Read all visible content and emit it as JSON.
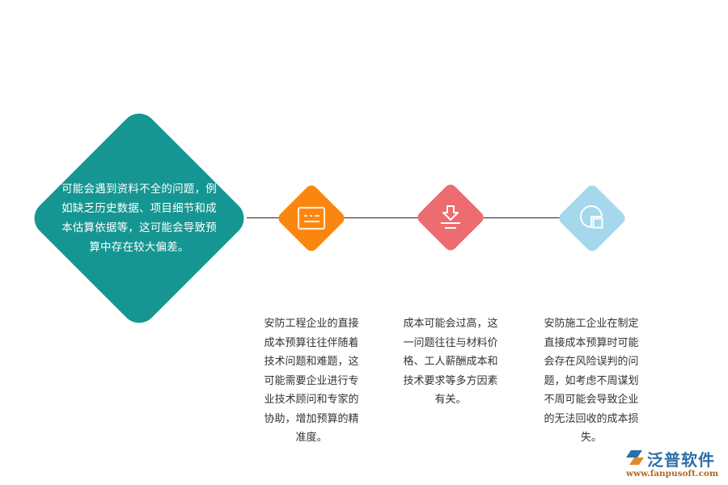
{
  "colors": {
    "main": "#159692",
    "step1": "#fb860f",
    "step2": "#ec6c70",
    "step3": "#a5d8ed",
    "connector": "#222222",
    "text_dark": "#333333",
    "logo_blue": "#2d6fa8",
    "logo_orange": "#b06a1c"
  },
  "main_node": {
    "text": "可能会遇到资料不全的问题，例如缺乏历史数据、项目细节和成本估算依据等，这可能会导致预算中存在较大偏差。",
    "lines": [
      "可能会遇到资料不全的问题，例",
      "如缺乏历史数据、项目细节和成",
      "本估算依据等，这可能会导致预",
      "算中存在较大偏差。"
    ]
  },
  "steps": [
    {
      "icon": "document-lines-icon",
      "color": "#fb860f",
      "lines": [
        "安防工程企业的直接",
        "成本预算往往伴随着",
        "技术问题和难题，这",
        "可能需要企业进行专",
        "业技术顾问和专家的",
        "协助，增加预算的精",
        "准度。"
      ]
    },
    {
      "icon": "download-icon",
      "color": "#ec6c70",
      "lines": [
        "成本可能会过高，这",
        "一问题往往与材料价",
        "格、工人薪酬成本和",
        "技术要求等多方因素",
        "有关。"
      ]
    },
    {
      "icon": "pie-square-icon",
      "color": "#a5d8ed",
      "lines": [
        "安防施工企业在制定",
        "直接成本预算时可能",
        "会存在风险误判的问",
        "题，如考虑不周谋划",
        "不周可能会导致企业",
        "的无法回收的成本损",
        "失。"
      ]
    }
  ],
  "logo": {
    "name": "泛普软件",
    "url": "www.fanpusoft.com"
  }
}
